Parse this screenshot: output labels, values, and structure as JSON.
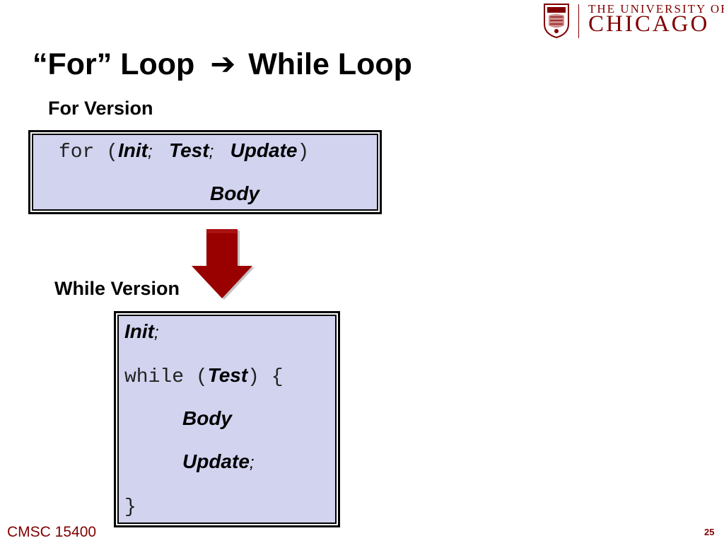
{
  "logo": {
    "top_text": "THE UNIVERSITY OF",
    "main_text": "CHICAGO",
    "icon": "university-crest-icon",
    "color": "#800000"
  },
  "slide": {
    "title_before": "“For” Loop",
    "title_arrow": "➔",
    "title_after": "While Loop",
    "for_label": "For Version",
    "while_label": "While Version"
  },
  "for_code": {
    "for_kw": "for (",
    "init": "Init",
    "semi1": ";",
    "test": "Test",
    "semi2": ";",
    "update": "Update",
    "close": ")",
    "body": "Body"
  },
  "while_code": {
    "init": "Init",
    "init_semi": ";",
    "while_kw": "while (",
    "test": "Test",
    "close": ") {",
    "body": "Body",
    "update": "Update",
    "update_semi": ";",
    "end_brace": "}"
  },
  "footer": {
    "course": "CMSC 15400",
    "page_number": "25"
  },
  "colors": {
    "maroon": "#800000",
    "code_bg": "#d2d3ef",
    "arrow_fill": "#990000"
  }
}
